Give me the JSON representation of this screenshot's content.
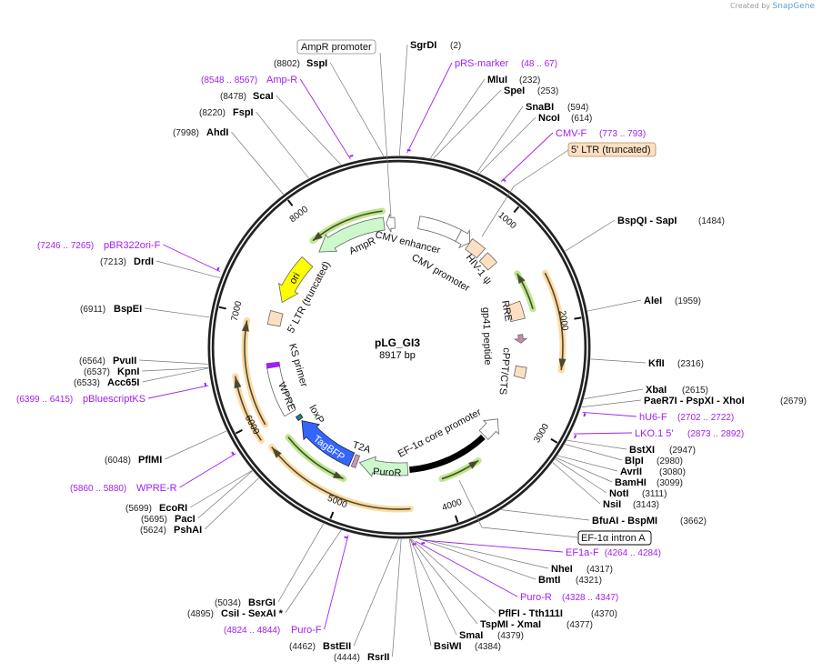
{
  "header": {
    "watermark_prefix": "Created by",
    "watermark_brand": "SnapGene"
  },
  "plasmid": {
    "name": "pLG_GI3",
    "length": "8917 bp",
    "length_bp": 8917
  },
  "ticks": [
    "1000",
    "2000",
    "3000",
    "4000",
    "5000",
    "6000",
    "7000",
    "8000"
  ],
  "sites": [
    {
      "name": "SgrDI",
      "position": "(2)",
      "bp": 2
    },
    {
      "name": "MluI",
      "position": "(232)",
      "bp": 232
    },
    {
      "name": "SpeI",
      "position": "(253)",
      "bp": 253
    },
    {
      "name": "SnaBI",
      "position": "(594)",
      "bp": 594
    },
    {
      "name": "NcoI",
      "position": "(614)",
      "bp": 614
    },
    {
      "name": "BspQI  - SapI",
      "position": "(1484)",
      "bp": 1484
    },
    {
      "name": "AleI",
      "position": "(1959)",
      "bp": 1959
    },
    {
      "name": "KflI",
      "position": "(2316)",
      "bp": 2316
    },
    {
      "name": "XbaI",
      "position": "(2615)",
      "bp": 2615
    },
    {
      "name": "PaeR7I  - PspXI  - XhoI",
      "position": "(2679)",
      "bp": 2679
    },
    {
      "name": "BstXI",
      "position": "(2947)",
      "bp": 2947
    },
    {
      "name": "BlpI",
      "position": "(2980)",
      "bp": 2980
    },
    {
      "name": "AvrII",
      "position": "(3080)",
      "bp": 3080
    },
    {
      "name": "BamHI",
      "position": "(3099)",
      "bp": 3099
    },
    {
      "name": "NotI",
      "position": "(3111)",
      "bp": 3111
    },
    {
      "name": "NsiI",
      "position": "(3143)",
      "bp": 3143
    },
    {
      "name": "BfuAI  - BspMI",
      "position": "(3662)",
      "bp": 3662
    },
    {
      "name": "NheI",
      "position": "(4317)",
      "bp": 4317
    },
    {
      "name": "BmtI",
      "position": "(4321)",
      "bp": 4321
    },
    {
      "name": "PflFI  - Tth111I",
      "position": "(4370)",
      "bp": 4370
    },
    {
      "name": "TspMI  - XmaI",
      "position": "(4377)",
      "bp": 4377
    },
    {
      "name": "SmaI",
      "position": "(4379)",
      "bp": 4379
    },
    {
      "name": "BsiWI",
      "position": "(4384)",
      "bp": 4384
    },
    {
      "name": "SspI",
      "position": "(8802)",
      "bp": 8802
    },
    {
      "name": "ScaI",
      "position": "(8478)",
      "bp": 8478
    },
    {
      "name": "FspI",
      "position": "(8220)",
      "bp": 8220
    },
    {
      "name": "AhdI",
      "position": "(7998)",
      "bp": 7998
    },
    {
      "name": "DrdI",
      "position": "(7213)",
      "bp": 7213
    },
    {
      "name": "BspEI",
      "position": "(6911)",
      "bp": 6911
    },
    {
      "name": "PvuII",
      "position": "(6564)",
      "bp": 6564
    },
    {
      "name": "KpnI",
      "position": "(6537)",
      "bp": 6537
    },
    {
      "name": "Acc65I",
      "position": "(6533)",
      "bp": 6533
    },
    {
      "name": "PflMI",
      "position": "(6048)",
      "bp": 6048
    },
    {
      "name": "EcoRI",
      "position": "(5699)",
      "bp": 5699
    },
    {
      "name": "PacI",
      "position": "(5695)",
      "bp": 5695
    },
    {
      "name": "PshAI",
      "position": "(5624)",
      "bp": 5624
    },
    {
      "name": "BsrGI",
      "position": "(5034)",
      "bp": 5034
    },
    {
      "name": "CsiI  - SexAI *",
      "position": "(4895)",
      "bp": 4895
    },
    {
      "name": "BstEII",
      "position": "(4462)",
      "bp": 4462
    },
    {
      "name": "RsrII",
      "position": "(4444)",
      "bp": 4444
    }
  ],
  "primers": [
    {
      "name": "pRS-marker",
      "range": "(48 .. 67)",
      "start": 48,
      "end": 67
    },
    {
      "name": "CMV-F",
      "range": "(773 .. 793)",
      "start": 773,
      "end": 793
    },
    {
      "name": "hU6-F",
      "range": "(2702 .. 2722)",
      "start": 2702,
      "end": 2722
    },
    {
      "name": "LKO.1 5'",
      "range": "(2873 .. 2892)",
      "start": 2873,
      "end": 2892
    },
    {
      "name": "EF1a-F",
      "range": "(4264 .. 4284)",
      "start": 4264,
      "end": 4284
    },
    {
      "name": "Puro-R",
      "range": "(4328 .. 4347)",
      "start": 4328,
      "end": 4347
    },
    {
      "name": "Amp-R",
      "range": "(8548 .. 8567)",
      "start": 8548,
      "end": 8567
    },
    {
      "name": "pBR322ori-F",
      "range": "(7246 .. 7265)",
      "start": 7246,
      "end": 7265
    },
    {
      "name": "pBluescriptKS",
      "range": "(6399 .. 6415)",
      "start": 6399,
      "end": 6415
    },
    {
      "name": "WPRE-R",
      "range": "(5860 .. 5880)",
      "start": 5860,
      "end": 5880
    },
    {
      "name": "Puro-F",
      "range": "(4824 .. 4844)",
      "start": 4824,
      "end": 4844
    }
  ],
  "boxed_labels": {
    "ampr_promoter": "AmpR promoter",
    "ltr_truncated": "5' LTR (truncated)",
    "ef1a_intron": "EF-1α intron A"
  },
  "features": {
    "cmv_enhancer": "CMV enhancer",
    "cmv_promoter": "CMV promoter",
    "hiv_psi": "HIV-1 ψ",
    "ampr": "AmpR",
    "ltr5": "5' LTR (truncated)",
    "ori": "ori",
    "rre": "RRE",
    "gp41": "gp41 peptide",
    "cppt": "cPPT/CTS",
    "ks_primer": "KS primer",
    "wpre": "WPRE",
    "loxp": "loxP",
    "tagbfp": "TagBFP",
    "t2a": "T2A",
    "puror": "PuroR",
    "ef1a_core": "EF-1α core promoter"
  },
  "colors": {
    "site_text": "#000000",
    "primer": "#a020f0",
    "ampr_fill": "#ccf8cc",
    "ori_fill": "#ffff00",
    "ltr_fill": "#fde0c2",
    "tagbfp_fill": "#3366ff",
    "orf_highlight_green": "#b3e67f",
    "orf_highlight_orange": "#ffd699",
    "backbone": "#222222"
  }
}
